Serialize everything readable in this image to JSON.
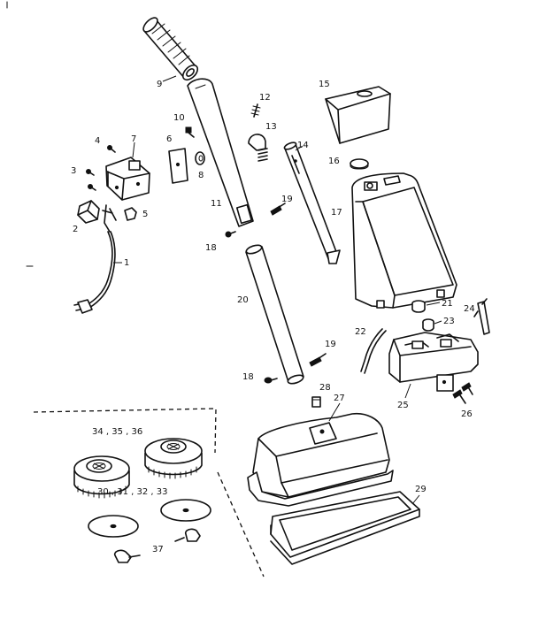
{
  "diagram": {
    "labels": {
      "p1": "1",
      "p2": "2",
      "p3": "3",
      "p4": "4",
      "p5": "5",
      "p6": "6",
      "p7": "7",
      "p8": "8",
      "p9": "9",
      "p10": "10",
      "p11": "11",
      "p12": "12",
      "p13": "13",
      "p14": "14",
      "p15": "15",
      "p16": "16",
      "p17": "17",
      "p18a": "18",
      "p18b": "18",
      "p19a": "19",
      "p19b": "19",
      "p20": "20",
      "p21": "21",
      "p22": "22",
      "p23": "23",
      "p24": "24",
      "p25": "25",
      "p26": "26",
      "p27": "27",
      "p28": "28",
      "p29": "29",
      "p30": "30 , 31 , 32 , 33",
      "p34": "34 , 35 , 36",
      "p37": "37"
    }
  }
}
